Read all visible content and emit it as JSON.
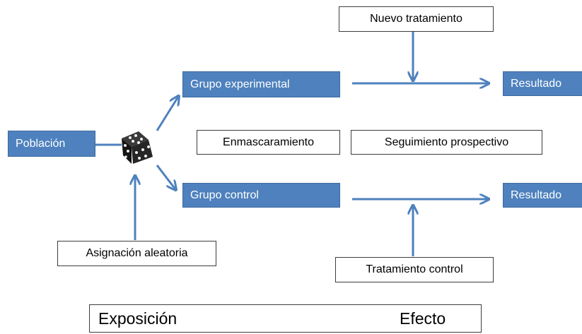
{
  "nodes": {
    "poblacion": "Población",
    "grupo_experimental": "Grupo experimental",
    "grupo_control": "Grupo control",
    "resultado_experimental": "Resultado",
    "resultado_control": "Resultado",
    "nuevo_tratamiento": "Nuevo tratamiento",
    "tratamiento_control": "Tratamiento control",
    "enmascaramiento": "Enmascaramiento",
    "seguimiento": "Seguimiento prospectivo",
    "asignacion": "Asignación aleatoria"
  },
  "legend": {
    "exposicion": "Exposición",
    "efecto": "Efecto"
  },
  "colors": {
    "box_fill": "#4e81bd",
    "arrow": "#4f81bd",
    "text_on_box": "#ffffff"
  },
  "icons": {
    "randomizer": "dice-icon"
  }
}
